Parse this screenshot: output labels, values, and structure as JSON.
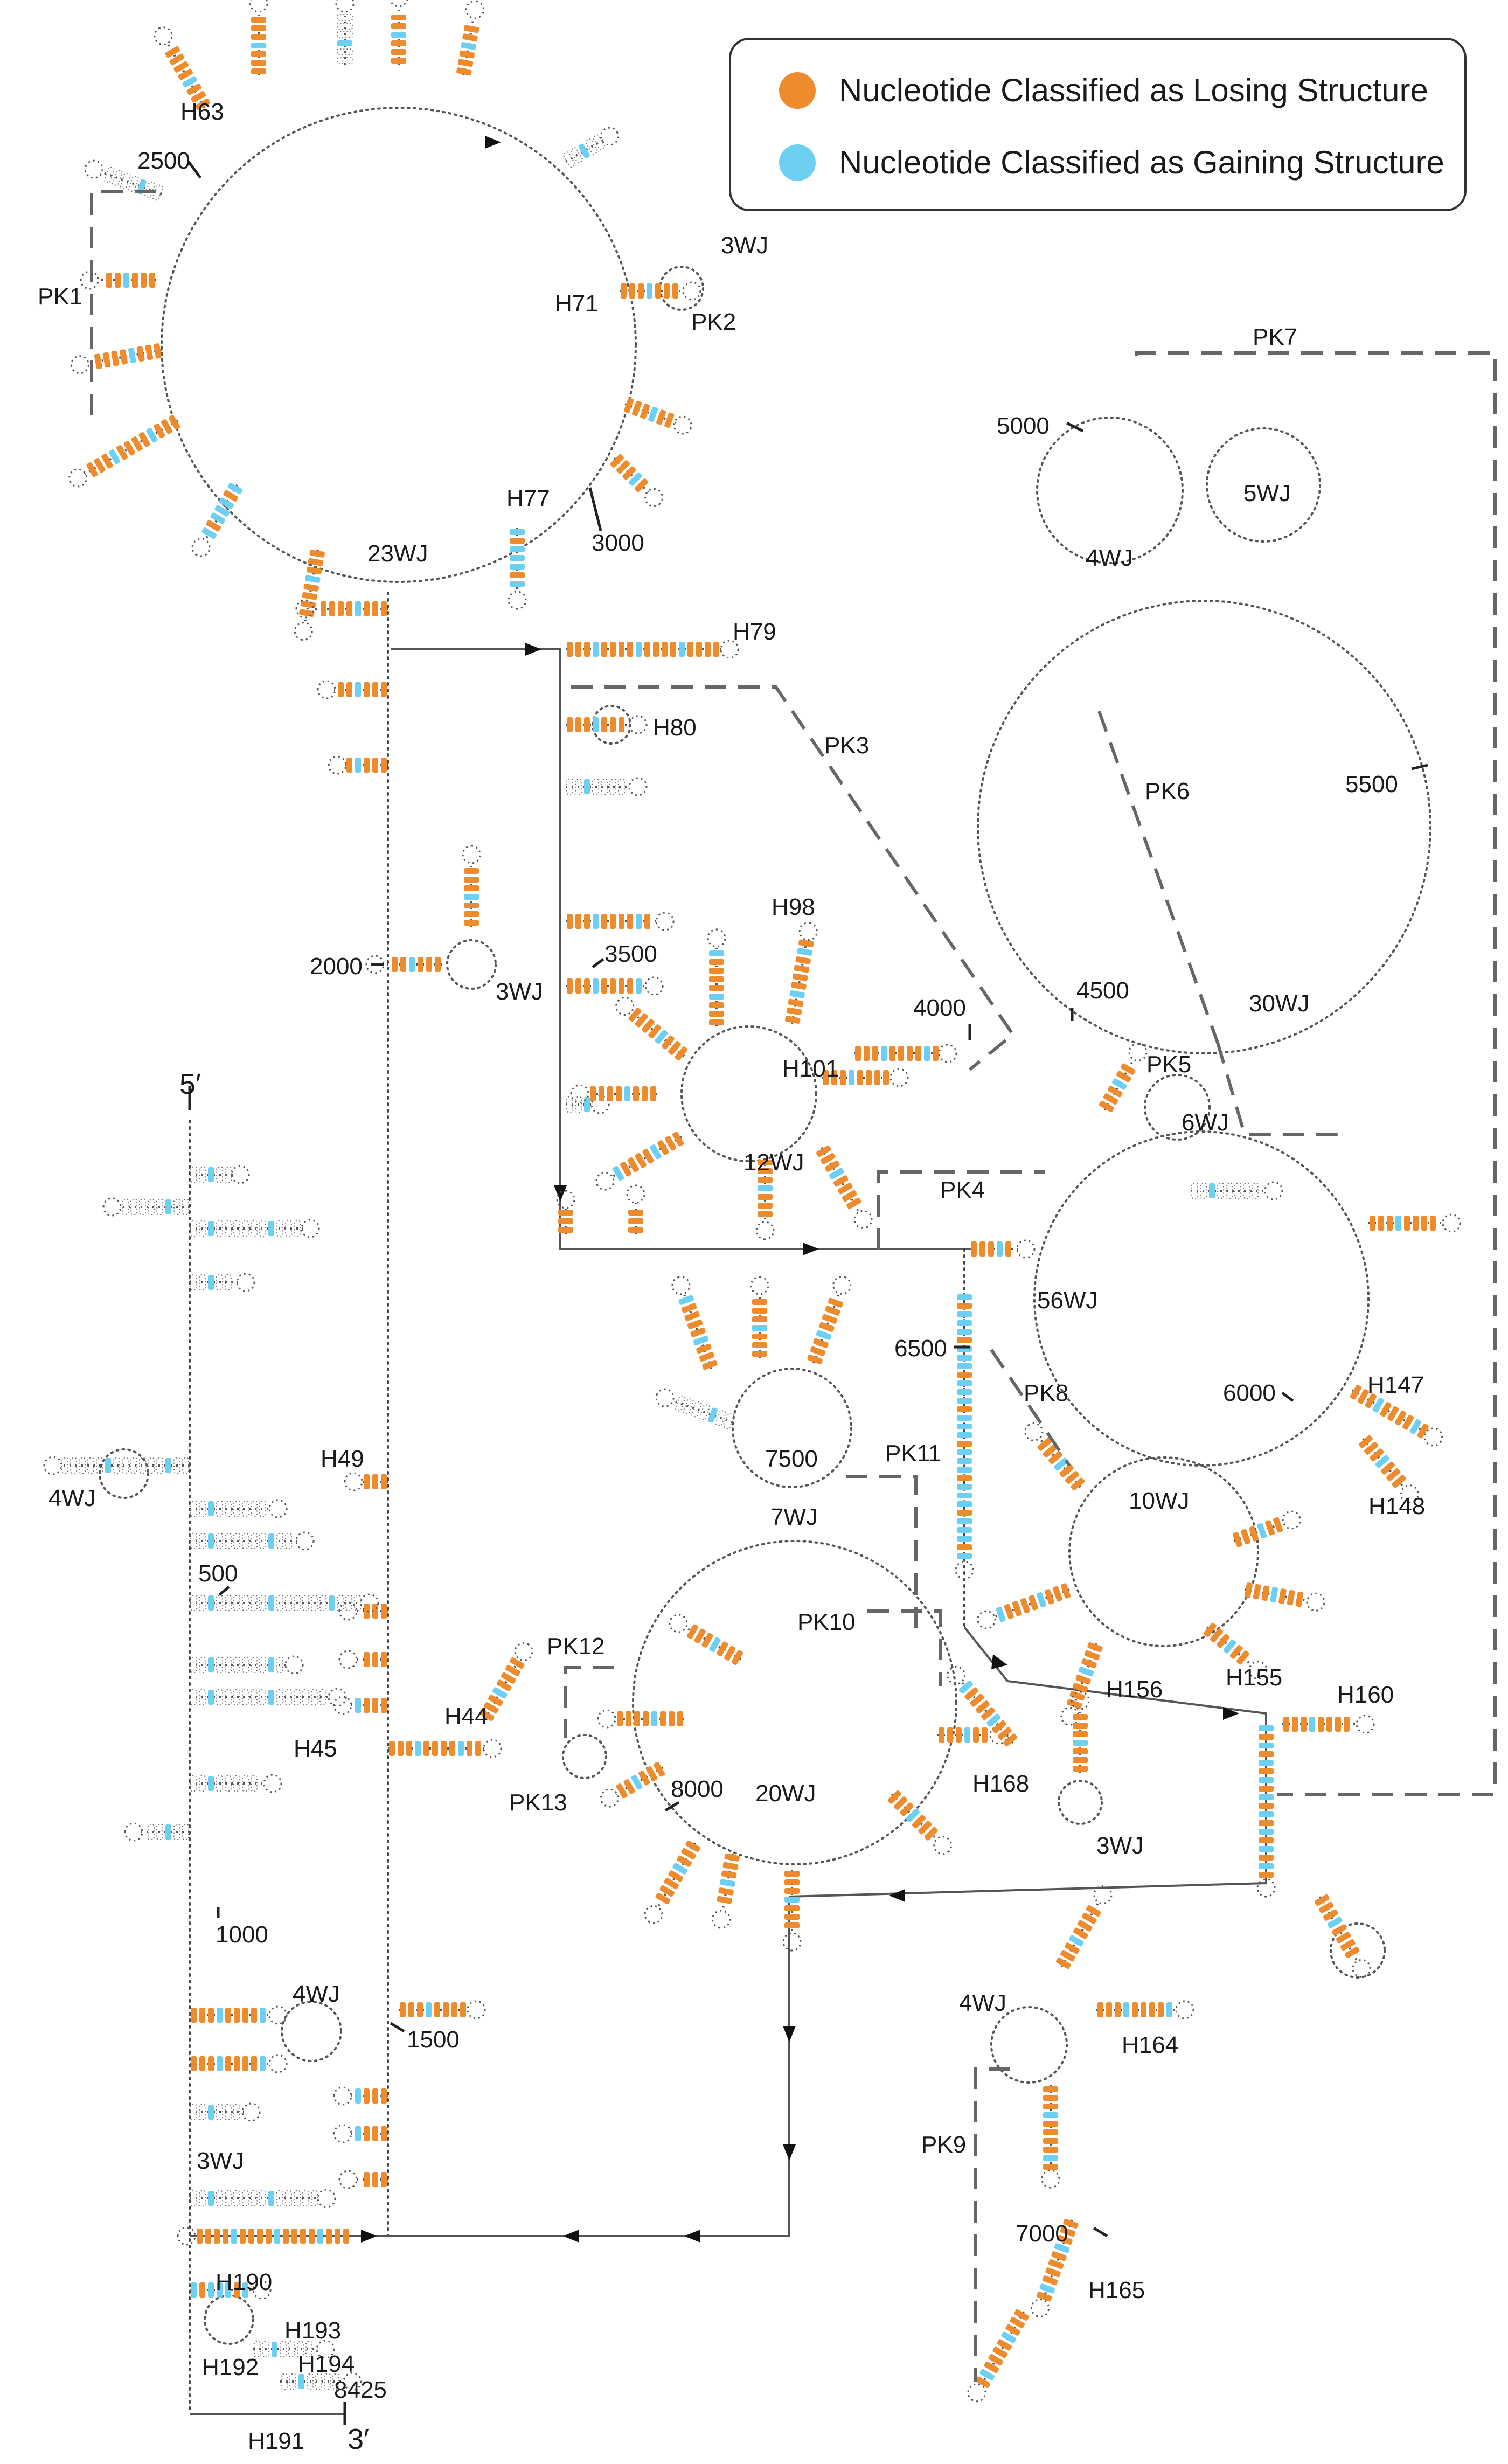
{
  "legend": {
    "items": [
      {
        "label": "Nucleotide Classified as Losing Structure",
        "color": "#EE8B2D"
      },
      {
        "label": "Nucleotide Classified as Gaining Structure",
        "color": "#6DCFF2"
      }
    ]
  },
  "colors": {
    "losing": "#EE8B2D",
    "gaining": "#6DCFF2",
    "backbone": "#444444",
    "pk_dash": "#666666"
  },
  "ends": {
    "five_prime": "5′",
    "three_prime": "3′"
  },
  "labels": {
    "h63": "H63",
    "n2500": "2500",
    "pk1": "PK1",
    "h71": "H71",
    "pk2": "PK2",
    "wj3_top": "3WJ",
    "h77": "H77",
    "n3000": "3000",
    "wj23": "23WJ",
    "h79": "H79",
    "h80": "H80",
    "pk3": "PK3",
    "n2000": "2000",
    "n3500": "3500",
    "wj3_mid": "3WJ",
    "h98": "H98",
    "n4000": "4000",
    "h101": "H101",
    "wj12": "12WJ",
    "pk4": "PK4",
    "n5000": "5000",
    "wj5": "5WJ",
    "wj4_top": "4WJ",
    "pk7": "PK7",
    "pk6": "PK6",
    "n5500": "5500",
    "n4500": "4500",
    "wj30": "30WJ",
    "pk5": "PK5",
    "wj6": "6WJ",
    "wj56": "56WJ",
    "n6500": "6500",
    "pk8": "PK8",
    "n6000": "6000",
    "h147": "H147",
    "h148": "H148",
    "wj10": "10WJ",
    "h156": "H156",
    "h155": "H155",
    "h160": "H160",
    "n7500": "7500",
    "wj7": "7WJ",
    "pk11": "PK11",
    "pk10": "PK10",
    "pk12": "PK12",
    "pk13": "PK13",
    "n8000": "8000",
    "wj20": "20WJ",
    "h168": "H168",
    "wj3_low": "3WJ",
    "wj4_low": "4WJ",
    "h164": "H164",
    "pk9": "PK9",
    "n7000": "7000",
    "h165": "H165",
    "h49": "H49",
    "wj4_left": "4WJ",
    "n500": "500",
    "h44": "H44",
    "h45": "H45",
    "n1000": "1000",
    "wj4_lower": "4WJ",
    "n1500": "1500",
    "wj3_left": "3WJ",
    "h190": "H190",
    "h193": "H193",
    "h194": "H194",
    "h192": "H192",
    "n8425": "8425",
    "h191": "H191"
  }
}
